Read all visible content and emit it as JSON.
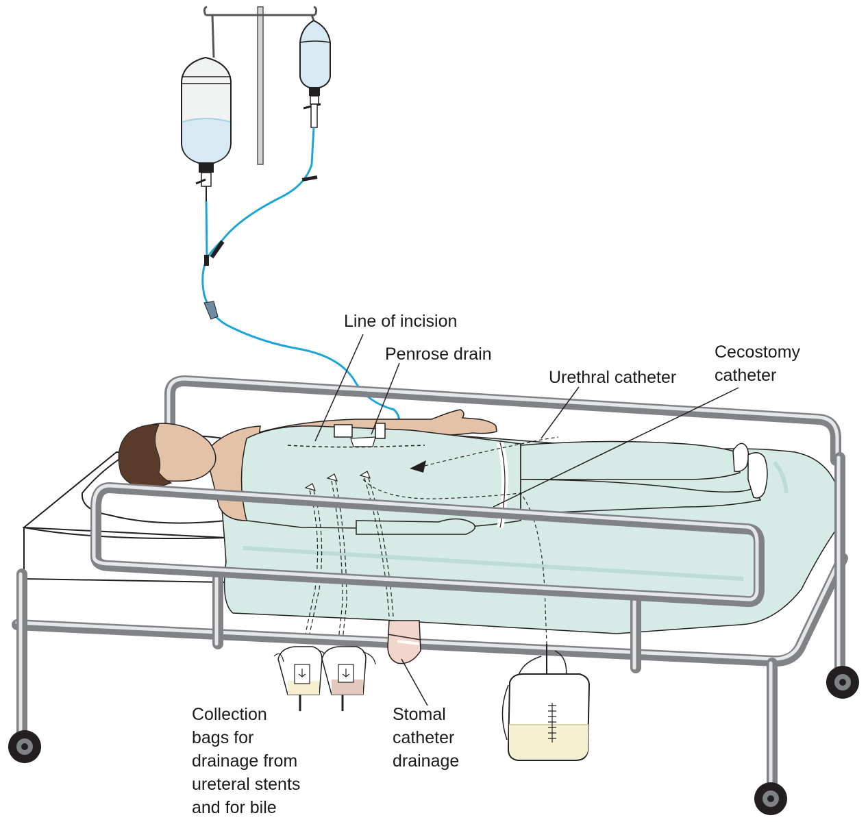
{
  "labels": {
    "line_of_incision": "Line of incision",
    "penrose_drain": "Penrose drain",
    "urethral_catheter": "Urethral catheter",
    "cecostomy_catheter": [
      "Cecostomy",
      "catheter"
    ],
    "stomal_catheter_drainage": [
      "Stomal",
      "catheter",
      "drainage"
    ],
    "collection_bags": [
      "Collection",
      "bags for",
      "drainage from",
      "ureteral stents",
      "and for bile"
    ]
  },
  "colors": {
    "iv_tubing": "#1ea5d8",
    "fluid": "#d7eaf3",
    "sheet": "#d6ebe6",
    "skin": "#e3c2a8",
    "hair": "#5a3a2a",
    "metal": "#a7a9ac",
    "urine": "#f5f0cf",
    "bile": "#e3c8bd"
  },
  "icons": {
    "iv_bag_large": "iv-bottle-icon",
    "iv_bag_small": "iv-bottle-icon",
    "iv_pole": "iv-pole-icon",
    "urine_bag": "urine-collection-bag-icon",
    "caster": "caster-wheel-icon"
  }
}
